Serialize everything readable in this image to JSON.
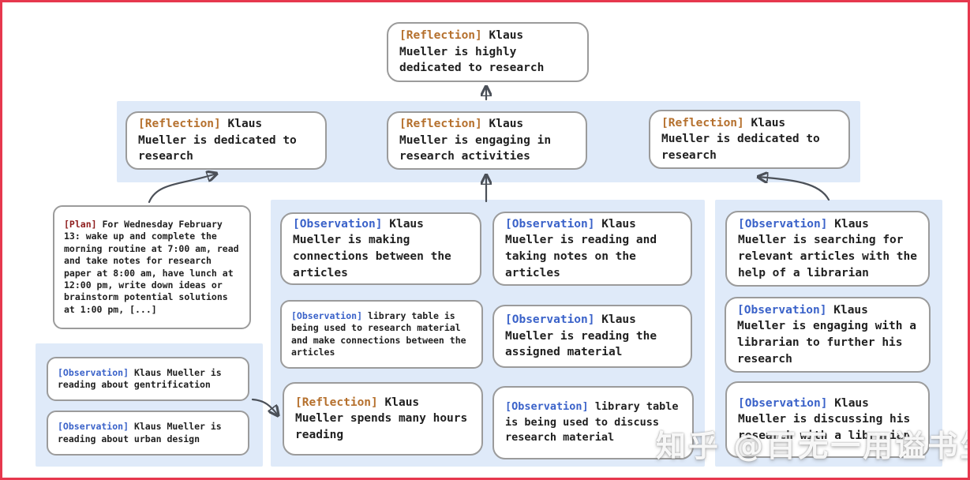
{
  "colors": {
    "frame_red": "#e6384e",
    "band_blue": "#dfeaf9",
    "box_border": "#9b9b9b",
    "tag_reflection": "#b5702d",
    "tag_observation": "#3a62c9",
    "tag_plan": "#8e1c1c",
    "text": "#1f1f1f",
    "arrow": "#4b5058"
  },
  "nodes": {
    "root": {
      "tag": "[Reflection]",
      "text": "Klaus Mueller is highly dedicated to research"
    },
    "refl_left": {
      "tag": "[Reflection]",
      "text": "Klaus Mueller is dedicated to research"
    },
    "refl_mid": {
      "tag": "[Reflection]",
      "text": "Klaus Mueller is engaging in research activities"
    },
    "refl_right": {
      "tag": "[Reflection]",
      "text": "Klaus Mueller is dedicated to research"
    },
    "plan": {
      "tag": "[Plan]",
      "text": "For Wednesday February 13: wake up and complete the morning routine at 7:00 am, read and take notes for research paper at 8:00 am, have lunch at 12:00 pm, write down ideas or brainstorm potential solutions at 1:00 pm, [...]"
    },
    "obs_a1": {
      "tag": "[Observation]",
      "text": "Klaus Mueller is making connections between the articles"
    },
    "obs_a2": {
      "tag": "[Observation]",
      "text": "library table is being used to research material and make connections between the articles"
    },
    "refl_a3": {
      "tag": "[Reflection]",
      "text": "Klaus Mueller spends many hours reading"
    },
    "obs_b1": {
      "tag": "[Observation]",
      "text": "Klaus Mueller is reading and taking notes on the articles"
    },
    "obs_b2": {
      "tag": "[Observation]",
      "text": "Klaus Mueller is reading the assigned material"
    },
    "obs_b3": {
      "tag": "[Observation]",
      "text": "library table is being used to discuss research material"
    },
    "obs_r1": {
      "tag": "[Observation]",
      "text": "Klaus Mueller is searching for relevant articles with the help of a librarian"
    },
    "obs_r2": {
      "tag": "[Observation]",
      "text": "Klaus Mueller is engaging with a librarian to further his research"
    },
    "obs_r3": {
      "tag": "[Observation]",
      "text": "Klaus Mueller is discussing his research with a librarian"
    },
    "obs_l1": {
      "tag": "[Observation]",
      "text": "Klaus Mueller is reading about gentrification"
    },
    "obs_l2": {
      "tag": "[Observation]",
      "text": "Klaus Mueller is reading about urban design"
    }
  },
  "watermark": "知乎 @百无一用谥书生"
}
